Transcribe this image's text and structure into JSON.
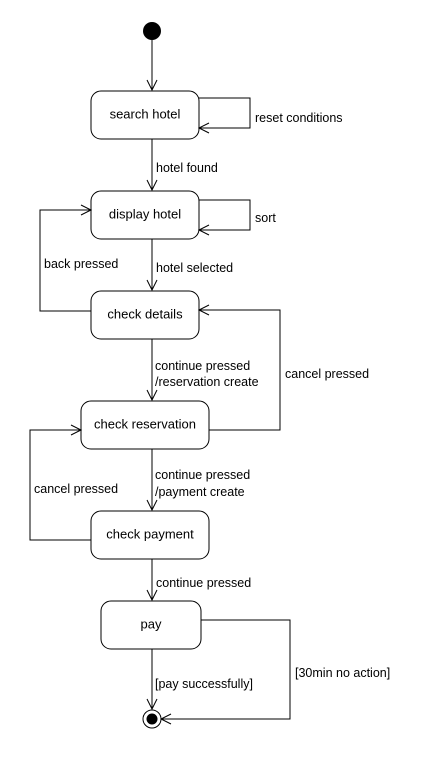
{
  "diagram": {
    "states": {
      "search_hotel": "search hotel",
      "display_hotel": "display hotel",
      "check_details": "check details",
      "check_reservation": "check reservation",
      "check_payment": "check payment",
      "pay": "pay"
    },
    "transitions": {
      "reset_conditions": "reset conditions",
      "hotel_found": "hotel found",
      "sort": "sort",
      "back_pressed": "back pressed",
      "hotel_selected": "hotel selected",
      "continue_pressed_1_line1": "continue pressed",
      "continue_pressed_1_line2": "/reservation create",
      "cancel_pressed_right": "cancel pressed",
      "continue_pressed_2_line1": "continue pressed",
      "continue_pressed_2_line2": "/payment create",
      "cancel_pressed_left": "cancel pressed",
      "continue_pressed_3": "continue pressed",
      "pay_successfully": "[pay successfully]",
      "timeout": "[30min no action]"
    }
  }
}
